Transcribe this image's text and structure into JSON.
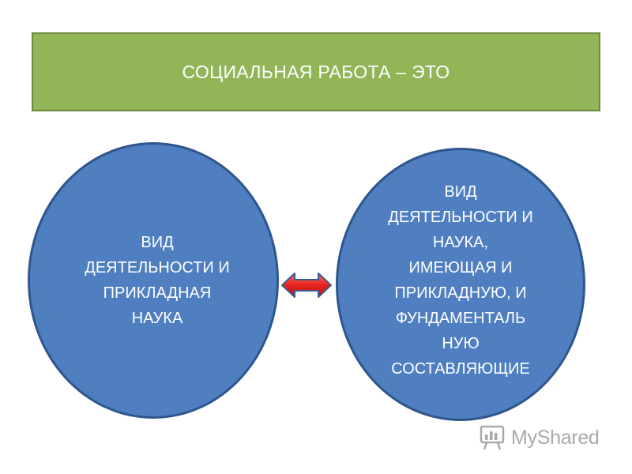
{
  "header": {
    "title": "СОЦИАЛЬНАЯ РАБОТА – ЭТО"
  },
  "left_circle": {
    "text": "ВИД\nДЕЯТЕЛЬНОСТИ И\nПРИКЛАДНАЯ\nНАУКА"
  },
  "right_circle": {
    "text": "ВИД\nДЕЯТЕЛЬНОСТИ И\nНАУКА,\nИМЕЮЩАЯ И\nПРИКЛАДНУЮ, И\nФУНДАМЕНТАЛЬ\nНУЮ\nСОСТАВЛЯЮЩИЕ"
  },
  "connector": {
    "icon": "double-headed-arrow-icon",
    "color": "#e8231f"
  },
  "watermark": {
    "icon": "myshared-logo-icon",
    "text": "MyShared"
  },
  "colors": {
    "title_fill": "#92b558",
    "circle_fill": "#4f7fc0",
    "circle_border": "#2f568c"
  }
}
